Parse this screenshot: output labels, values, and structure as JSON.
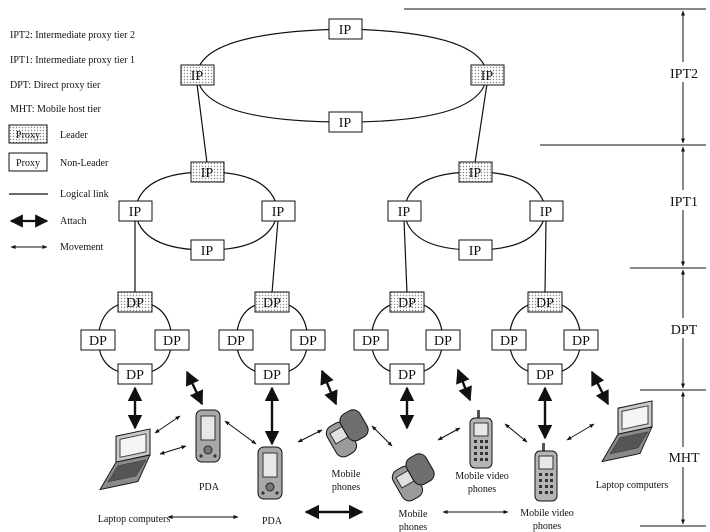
{
  "legend": {
    "tiers": [
      "IPT2: Intermediate proxy tier 2",
      "IPT1: Intermediate proxy tier 1",
      "DPT: Direct proxy tier",
      "MHT: Mobile host tier"
    ],
    "proxy_box": "Proxy",
    "leader": "Leader",
    "non_leader": "Non-Leader",
    "logical_link": "Logical link",
    "attach": "Attach",
    "movement": "Movement"
  },
  "nodes": {
    "ip": "IP",
    "dp": "DP"
  },
  "tier_labels": {
    "ipt2": "IPT2",
    "ipt1": "IPT1",
    "dpt": "DPT",
    "mht": "MHT"
  },
  "devices": {
    "laptop_left": "Laptop computers",
    "pda_1": "PDA",
    "pda_2": "PDA",
    "mobile_1": [
      "Mobile",
      "phones"
    ],
    "mobile_2": [
      "Mobile",
      "phones"
    ],
    "video_1": [
      "Mobile video",
      "phones"
    ],
    "video_2": [
      "Mobile video",
      "phones"
    ],
    "laptop_right": "Laptop computers"
  },
  "colors": {
    "leader_fill": "#e6e6e6",
    "node_fill": "#ffffff",
    "stroke": "#111111"
  }
}
